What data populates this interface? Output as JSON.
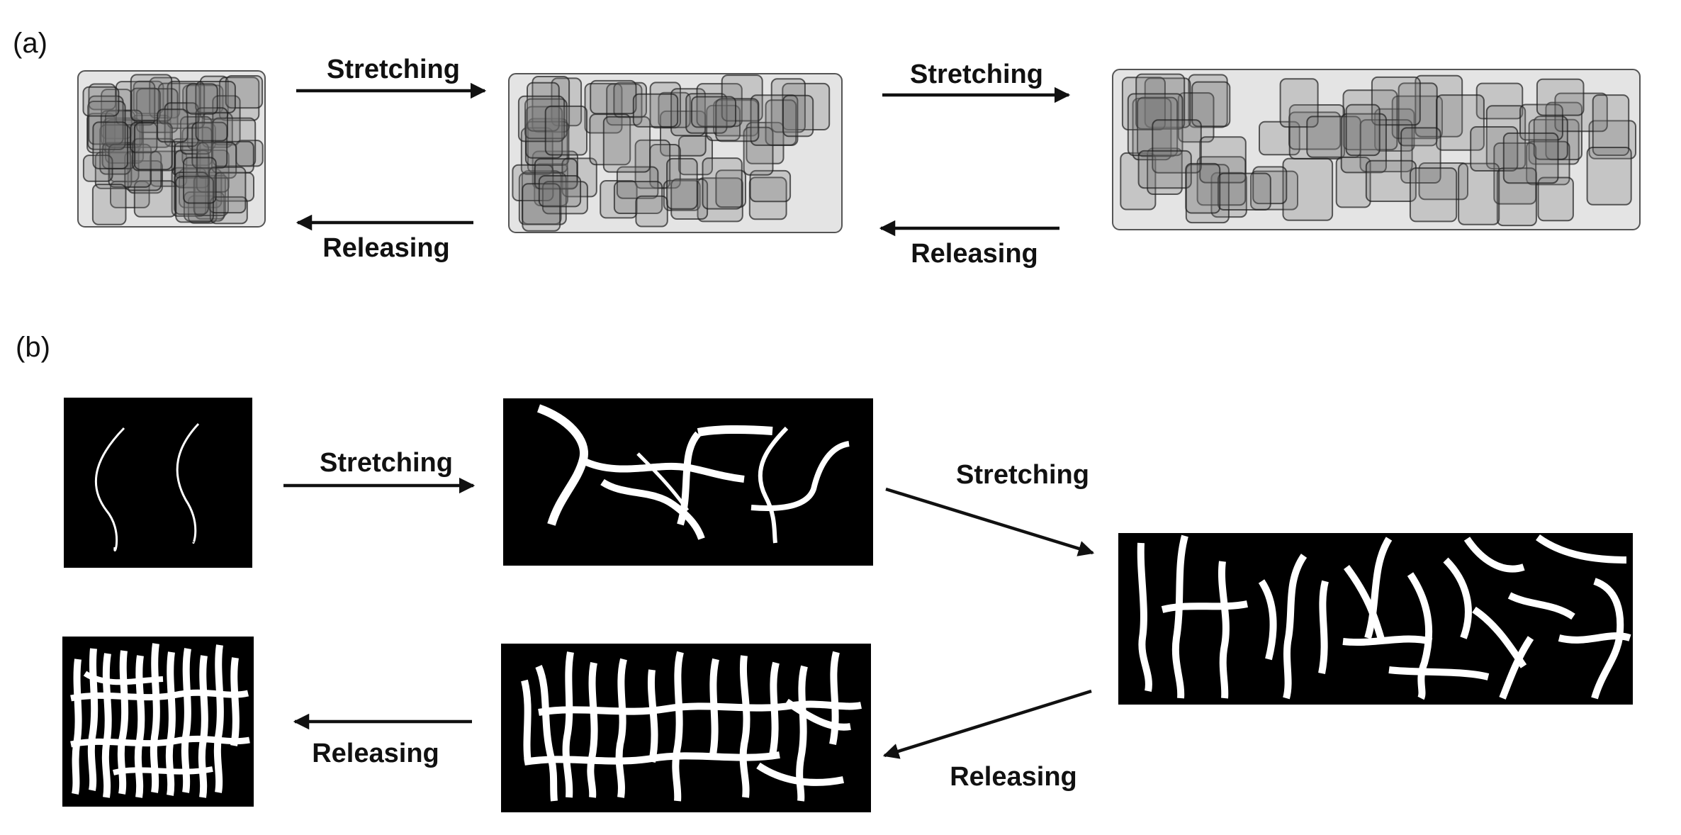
{
  "figure": {
    "panel_a_label": "(a)",
    "panel_b_label": "(b)",
    "stretch_label": "Stretching",
    "release_label": "Releasing"
  },
  "panel_a": {
    "arrows": [
      {
        "label": "Stretching",
        "direction": "right"
      },
      {
        "label": "Releasing",
        "direction": "left"
      },
      {
        "label": "Stretching",
        "direction": "right"
      },
      {
        "label": "Releasing",
        "direction": "left"
      }
    ]
  },
  "panel_b": {
    "arrows": [
      {
        "label": "Stretching",
        "direction": "right"
      },
      {
        "label": "Stretching",
        "direction": "down-right"
      },
      {
        "label": "Releasing",
        "direction": "down-left"
      },
      {
        "label": "Releasing",
        "direction": "left"
      }
    ]
  },
  "colors": {
    "background": "#ffffff",
    "text": "#111111",
    "fiber_background": "#000000",
    "fiber": "#ffffff",
    "block_fill": "#9a9a9a"
  }
}
